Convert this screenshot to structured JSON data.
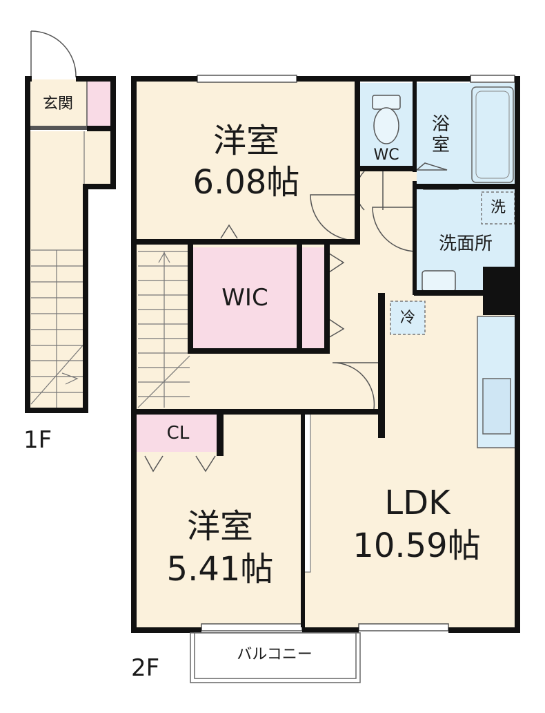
{
  "floors": {
    "first": {
      "label": "1F",
      "entrance_label": "玄関"
    },
    "second": {
      "label": "2F",
      "rooms": {
        "western_room_a": {
          "name": "洋室",
          "area": "6.08帖"
        },
        "western_room_b": {
          "name": "洋室",
          "area": "5.41帖"
        },
        "ldk": {
          "name": "LDK",
          "area": "10.59帖"
        },
        "wic": {
          "name": "WIC"
        },
        "closet": {
          "name": "CL"
        },
        "toilet": {
          "name": "WC"
        },
        "bath": {
          "name": "浴室"
        },
        "washroom": {
          "name": "洗面所"
        },
        "balcony": {
          "name": "バルコニー"
        }
      },
      "symbols": {
        "washer": "洗",
        "fridge": "冷"
      }
    }
  },
  "colors": {
    "wall": "#111111",
    "room_floor": "#fbf1dc",
    "storage": "#f9dbe6",
    "wet_area": "#d9eef9",
    "fixture_line": "#555555",
    "background": "#ffffff"
  }
}
